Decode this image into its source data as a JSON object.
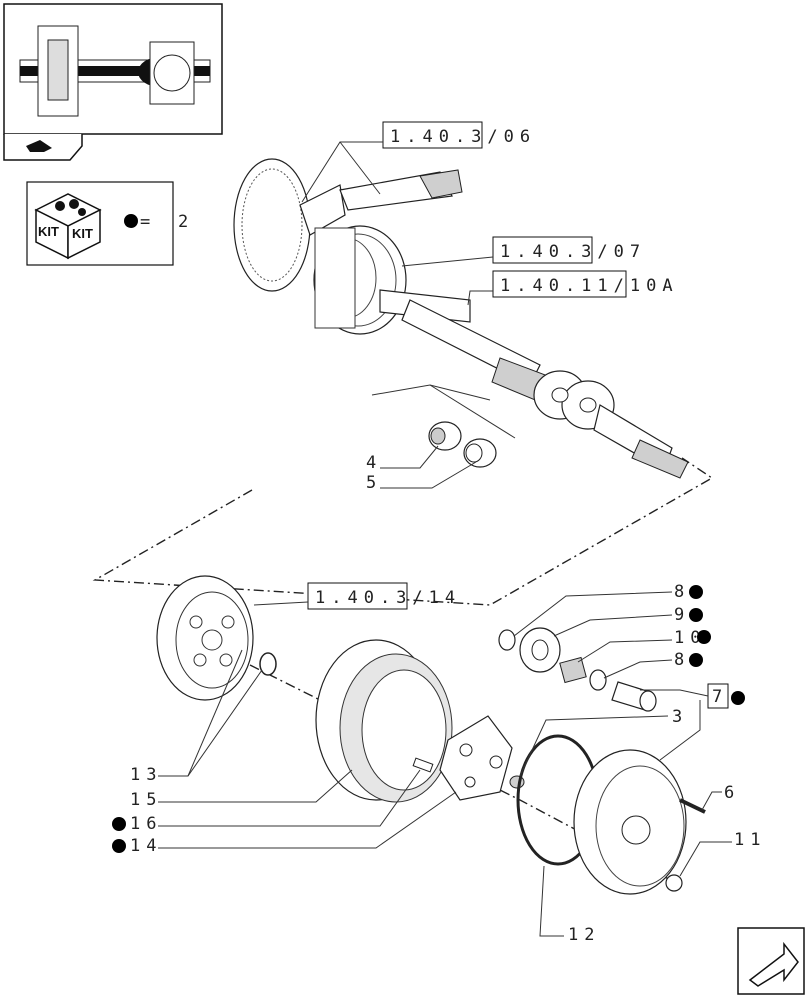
{
  "thumbnail": {
    "description_icon": "axle-thumbnail-icon"
  },
  "kit_legend": {
    "icon": "kit-box-icon",
    "kit_word_1": "KIT",
    "kit_word_2": "KIT",
    "equals": "=",
    "value": "2"
  },
  "references": {
    "ref_1": "1.40.3/06",
    "ref_2": "1.40.3/07",
    "ref_3": "1.40.11/10A",
    "ref_4": "1.40.3/14"
  },
  "callouts": {
    "c4": "4",
    "c5": "5",
    "c8a": "8",
    "c9": "9",
    "c10": "10",
    "c8b": "8",
    "c7": "7",
    "c3": "3",
    "c6": "6",
    "c11": "11",
    "c12": "12",
    "c13": "13",
    "c15": "15",
    "c16": "16",
    "c14": "14"
  },
  "nav": {
    "prev_icon": "folder-arrow-icon",
    "next_icon": "next-page-arrow-icon"
  }
}
